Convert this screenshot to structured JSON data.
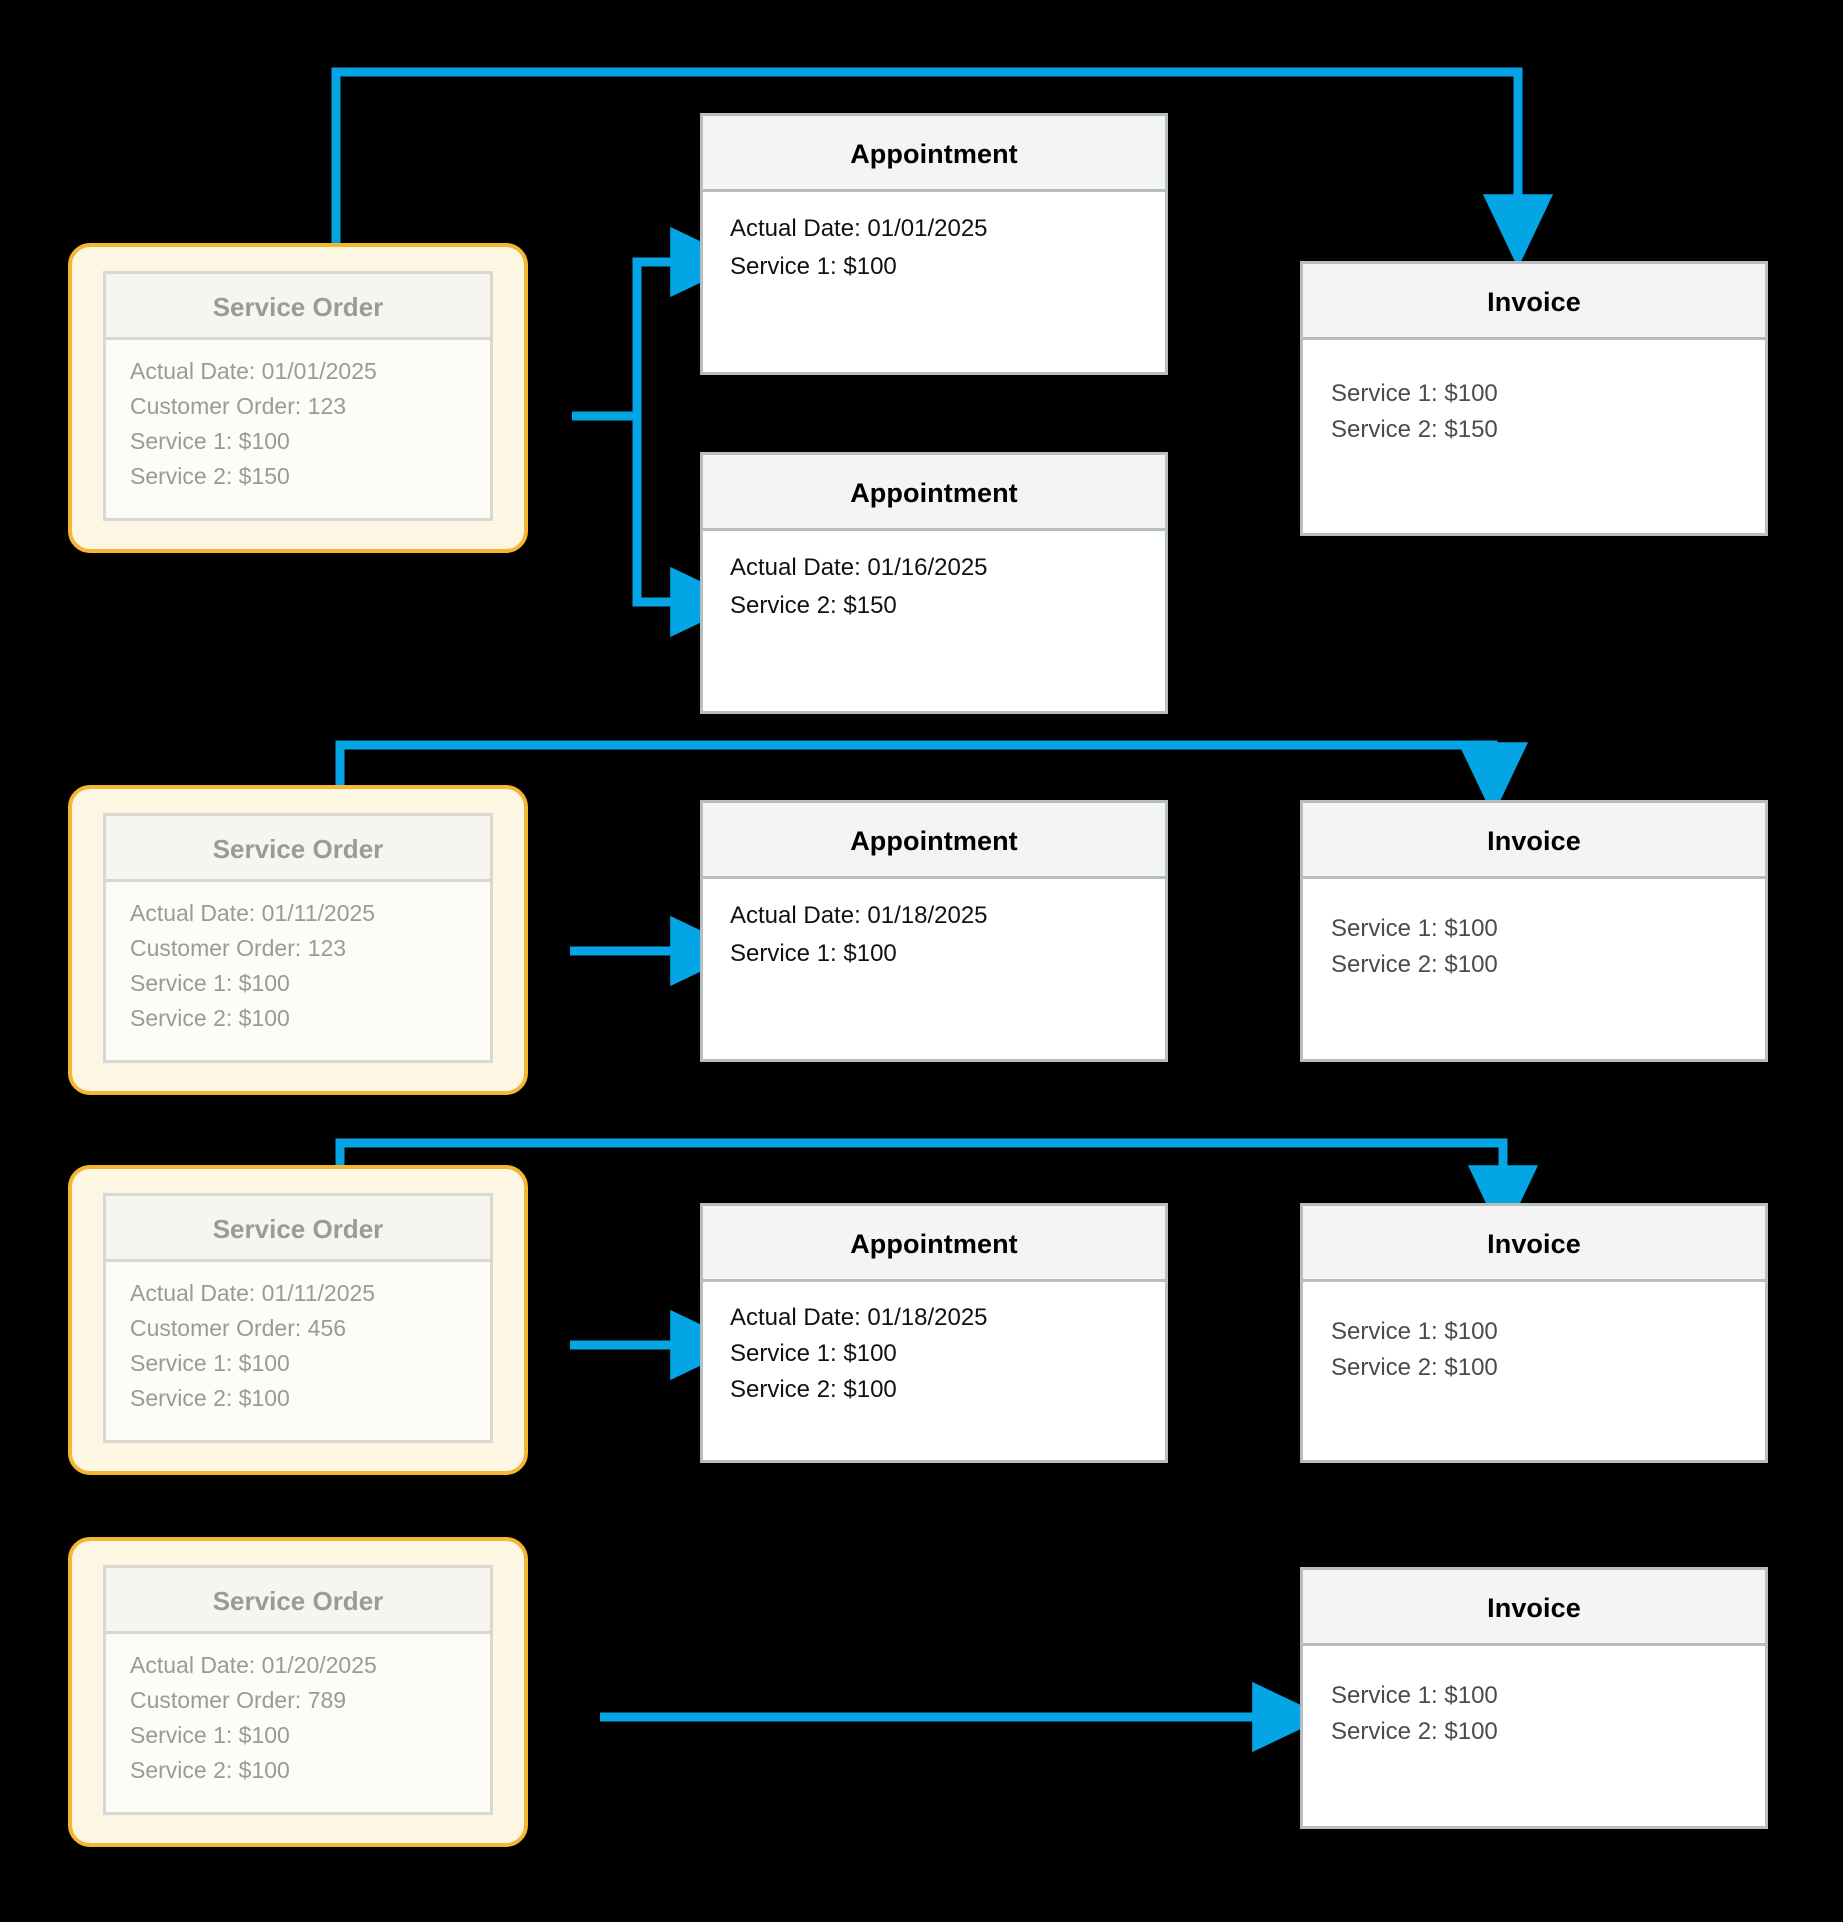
{
  "theme": {
    "background": "#000000",
    "arrow_color": "#03a5e5",
    "service_order_border": "#f5b731",
    "service_order_fill": "#fdf6e3",
    "card_border": "#b6bec2",
    "card_header_fill": "#f4f4f4",
    "service_order_text": "#9b9b93"
  },
  "rows": [
    {
      "service_order": {
        "title": "Service Order",
        "lines": [
          "Actual Date: 01/01/2025",
          "Customer Order: 123",
          "Service 1: $100",
          "Service 2: $150"
        ]
      },
      "appointments": [
        {
          "title": "Appointment",
          "lines": [
            "Actual Date: 01/01/2025",
            "Service 1: $100"
          ]
        },
        {
          "title": "Appointment",
          "lines": [
            "Actual Date: 01/16/2025",
            "Service 2: $150"
          ]
        }
      ],
      "invoice": {
        "title": "Invoice",
        "lines": [
          "Service 1: $100",
          "Service 2: $150"
        ]
      }
    },
    {
      "service_order": {
        "title": "Service Order",
        "lines": [
          "Actual Date: 01/11/2025",
          "Customer Order: 123",
          "Service 1: $100",
          "Service 2: $100"
        ]
      },
      "appointments": [
        {
          "title": "Appointment",
          "lines": [
            "Actual Date: 01/18/2025",
            "Service 1: $100"
          ]
        }
      ],
      "invoice": {
        "title": "Invoice",
        "lines": [
          "Service 1: $100",
          "Service 2: $100"
        ]
      }
    },
    {
      "service_order": {
        "title": "Service Order",
        "lines": [
          "Actual Date: 01/11/2025",
          "Customer Order: 456",
          "Service 1: $100",
          "Service 2: $100"
        ]
      },
      "appointments": [
        {
          "title": "Appointment",
          "lines": [
            "Actual Date: 01/18/2025",
            "Service 1: $100",
            "Service 2: $100"
          ]
        }
      ],
      "invoice": {
        "title": "Invoice",
        "lines": [
          "Service 1: $100",
          "Service 2: $100"
        ]
      }
    },
    {
      "service_order": {
        "title": "Service Order",
        "lines": [
          "Actual Date: 01/20/2025",
          "Customer Order: 789",
          "Service 1: $100",
          "Service 2: $100"
        ]
      },
      "appointments": [],
      "invoice": {
        "title": "Invoice",
        "lines": [
          "Service 1: $100",
          "Service 2: $100"
        ]
      }
    }
  ]
}
